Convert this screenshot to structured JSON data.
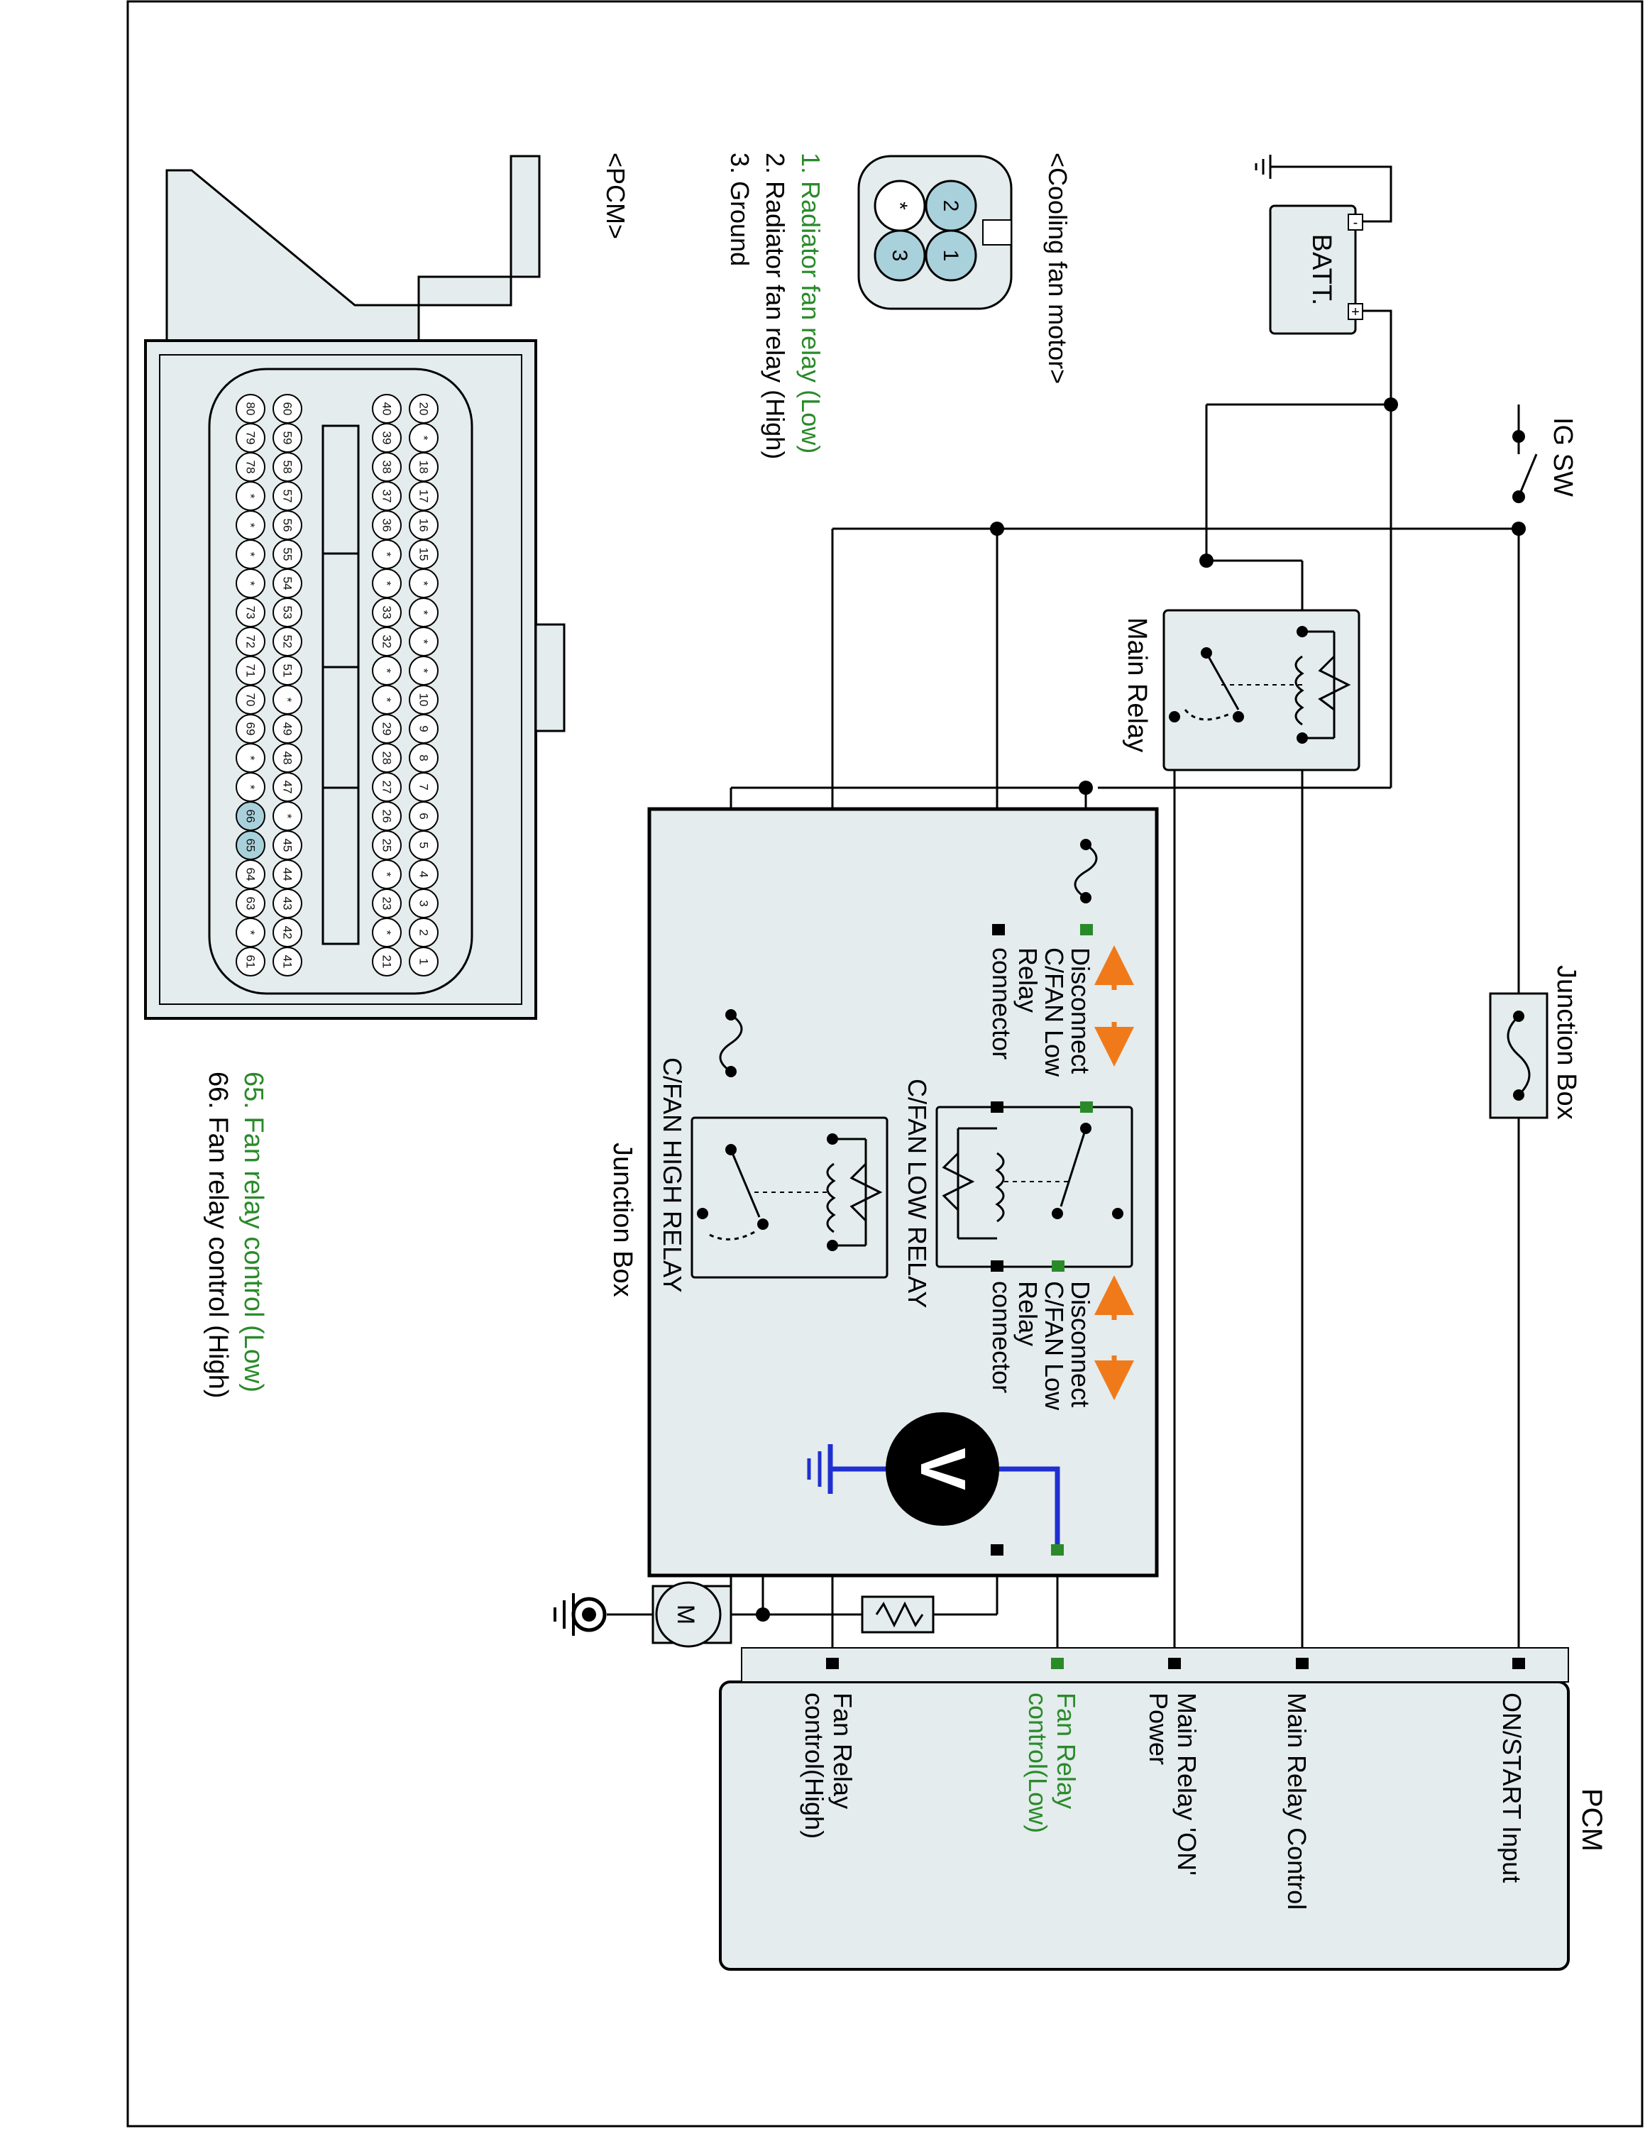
{
  "labels": {
    "batt": "BATT.",
    "batt_minus": "-",
    "batt_plus": "+",
    "ig_sw": "IG SW",
    "main_relay": "Main Relay",
    "junction_box_top": "Junction Box",
    "junction_box": "Junction Box",
    "disconnect_1": [
      "Disconnect",
      "C/FAN Low",
      "Relay",
      "connector"
    ],
    "disconnect_2": [
      "Disconnect",
      "C/FAN Low",
      "Relay",
      "connector"
    ],
    "cfan_low_relay": "C/FAN LOW RELAY",
    "cfan_high_relay": "C/FAN HIGH RELAY",
    "voltmeter": "V",
    "motor": "M"
  },
  "pcm": {
    "title": "PCM",
    "pins": [
      "ON/START Input",
      "Main Relay Control",
      "Main Relay 'ON'",
      "Power",
      "Fan Relay",
      "control(Low)",
      "Fan Relay",
      "control(High)"
    ]
  },
  "cooling_fan_motor": {
    "title": "<Cooling fan motor>",
    "pins": [
      "1",
      "2",
      "3",
      "*"
    ],
    "legend": [
      "1. Radiator fan relay (Low)",
      "2. Radiator fan relay (High)",
      "3. Ground"
    ]
  },
  "pcm_connector": {
    "title": "<PCM>",
    "row1": [
      "1",
      "2",
      "3",
      "4",
      "5",
      "6",
      "7",
      "8",
      "9",
      "10",
      "*",
      "*",
      "*",
      "*",
      "15",
      "16",
      "17",
      "18",
      "*",
      "20"
    ],
    "row2": [
      "21",
      "*",
      "23",
      "*",
      "25",
      "26",
      "27",
      "28",
      "29",
      "*",
      "*",
      "32",
      "33",
      "*",
      "*",
      "36",
      "37",
      "38",
      "39",
      "40"
    ],
    "row3": [
      "41",
      "42",
      "43",
      "44",
      "45",
      "*",
      "47",
      "48",
      "49",
      "*",
      "51",
      "52",
      "53",
      "54",
      "55",
      "56",
      "57",
      "58",
      "59",
      "60"
    ],
    "row4": [
      "61",
      "*",
      "63",
      "64",
      "65",
      "66",
      "*",
      "*",
      "69",
      "70",
      "71",
      "72",
      "73",
      "*",
      "*",
      "*",
      "*",
      "78",
      "79",
      "80"
    ],
    "legend": [
      "65. Fan relay control (Low)",
      "66. Fan relay control (High)"
    ]
  },
  "colors": {
    "highlight_green": "#2a8a2a",
    "arrow_orange": "#f07a1a",
    "meter_wire_blue": "#1f2fd0",
    "pin_highlight": "#a9d1dc",
    "box_fill": "#e4eced"
  }
}
